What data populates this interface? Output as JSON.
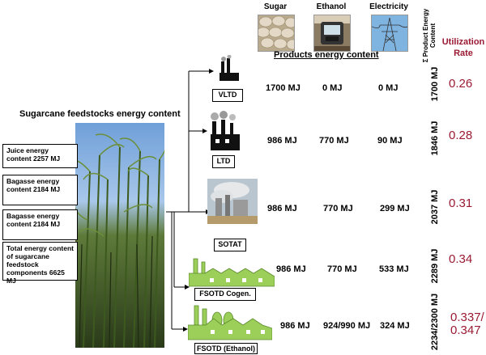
{
  "header": {
    "sugar": "Sugar",
    "ethanol": "Ethanol",
    "electricity": "Electricity",
    "sum_label": "Σ Product Energy Content",
    "util_title": "Utilization Rate",
    "products_title": "Products energy content"
  },
  "feedstock": {
    "title": "Sugarcane feedstocks energy content",
    "boxes": [
      {
        "text": "Juice energy content 2257 MJ"
      },
      {
        "text": "Bagasse energy content 2184 MJ"
      },
      {
        "text": "Bagasse energy content 2184 MJ"
      },
      {
        "text": "Total energy content of sugarcane feedstock components 6625 MJ"
      }
    ]
  },
  "rows": [
    {
      "tech": "VLTD",
      "sugar": "1700 MJ",
      "ethanol": "0 MJ",
      "electricity": "0 MJ",
      "sum": "1700 MJ",
      "util": "0.26"
    },
    {
      "tech": "LTD",
      "sugar": "986 MJ",
      "ethanol": "770 MJ",
      "electricity": "90 MJ",
      "sum": "1846 MJ",
      "util": "0.28"
    },
    {
      "tech": "SOTAT",
      "sugar": "986 MJ",
      "ethanol": "770 MJ",
      "electricity": "299 MJ",
      "sum": "2037 MJ",
      "util": "0.31"
    },
    {
      "tech": "FSOTD Cogen.",
      "sugar": "986 MJ",
      "ethanol": "770 MJ",
      "electricity": "533 MJ",
      "sum": "2289 MJ",
      "util": "0.34"
    },
    {
      "tech": "FSOTD (Ethanol)",
      "sugar": "986 MJ",
      "ethanol": "924/990 MJ",
      "electricity": "324 MJ",
      "sum": "2234/2300 MJ",
      "util": "0.337/ 0.347"
    }
  ],
  "colors": {
    "util": "#9a1a33",
    "plant_green": "#9ccf5a"
  }
}
